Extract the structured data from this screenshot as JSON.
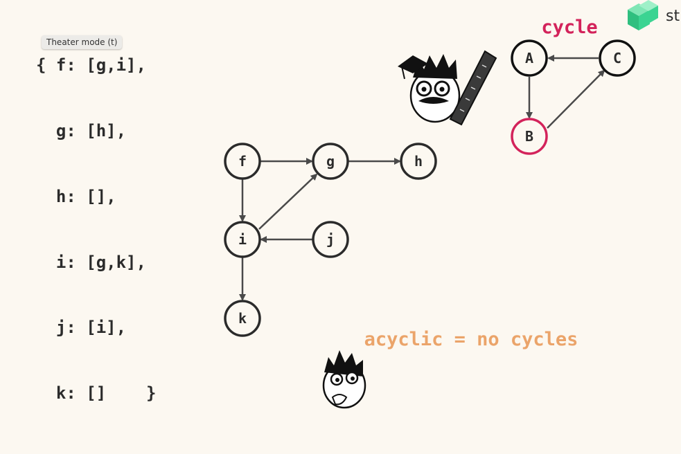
{
  "code": {
    "lines": [
      "{ f: [g,i],",
      "  g: [h],",
      "  h: [],",
      "  i: [g,k],",
      "  j: [i],",
      "  k: []    }"
    ]
  },
  "tooltip": {
    "text": "Theater mode (t)"
  },
  "main_graph": {
    "nodes": [
      "f",
      "g",
      "h",
      "i",
      "j",
      "k"
    ],
    "edges": [
      [
        "f",
        "g"
      ],
      [
        "f",
        "i"
      ],
      [
        "g",
        "h"
      ],
      [
        "i",
        "g"
      ],
      [
        "i",
        "k"
      ],
      [
        "j",
        "i"
      ]
    ]
  },
  "cycle_graph": {
    "title": "cycle",
    "nodes": [
      "A",
      "B",
      "C"
    ],
    "edges": [
      [
        "A",
        "B"
      ],
      [
        "B",
        "C"
      ],
      [
        "C",
        "A"
      ]
    ],
    "highlight_node": "B"
  },
  "caption": {
    "text": "acyclic = no cycles"
  },
  "brand": {
    "text": "st"
  },
  "colors": {
    "background": "#fcf8f1",
    "node_stroke": "#2b2b2b",
    "highlight": "#d3235b",
    "caption": "#eba46a",
    "logo": "#3bd492"
  },
  "icons": [
    "professor-mascot-icon",
    "ruler-icon",
    "thinking-mascot-icon",
    "brand-logo-icon"
  ]
}
